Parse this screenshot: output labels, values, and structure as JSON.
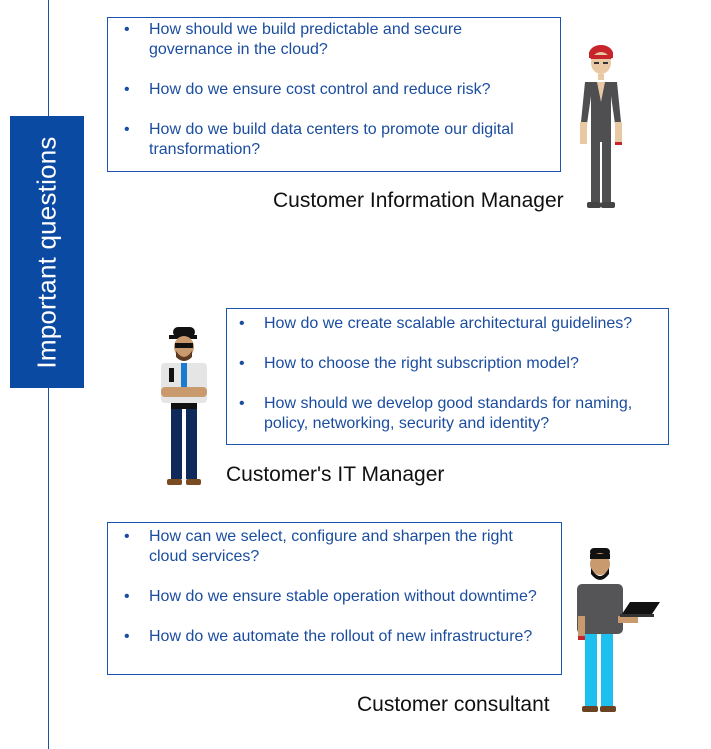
{
  "side_label": "Important questions",
  "groups": [
    {
      "role": "Customer Information Manager",
      "questions": [
        "How should we build predictable and secure governance in the cloud?",
        "How do we ensure cost control and reduce risk?",
        "How do we build data centers to promote our digital transformation?"
      ]
    },
    {
      "role": "Customer's IT Manager",
      "questions": [
        "How do we create scalable architectural guidelines?",
        "How to choose the right subscription model?",
        "How should we develop good standards for naming, policy, networking, security and identity?"
      ]
    },
    {
      "role": "Customer consultant",
      "questions": [
        "How can we select, configure and sharpen the right cloud services?",
        "How do we ensure stable operation without downtime?",
        "How do we automate the rollout of new infrastructure?"
      ]
    }
  ],
  "colors": {
    "accent": "#0b4aa2",
    "box_border": "#1a56b0",
    "question_text": "#1a4c9f"
  },
  "icons": [
    "information-manager-figure",
    "it-manager-figure",
    "consultant-figure"
  ]
}
